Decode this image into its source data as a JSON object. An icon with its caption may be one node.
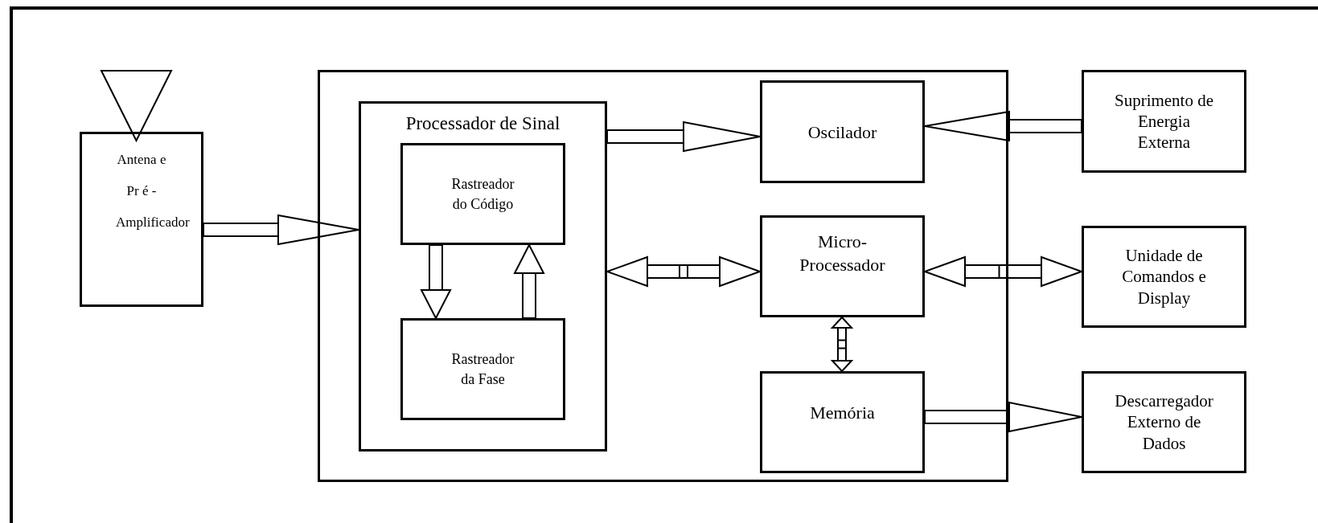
{
  "diagram": {
    "nodes": [
      {
        "text": [
          "Antena e Pr é - Amplificador"
        ]
      },
      {
        "text": [],
        "shape": "box"
      },
      {
        "text": [
          "Processador de Sinal"
        ],
        "in": 1
      },
      {
        "text": [
          "Rastreador do Código"
        ],
        "in": 2
      },
      {
        "text": [
          "Rastreador da Fase"
        ],
        "in": 2
      },
      {
        "text": [
          "Oscilador"
        ],
        "in": 1
      },
      {
        "text": [
          "Micro- Processador"
        ],
        "in": 1
      },
      {
        "text": [
          "Memória"
        ],
        "in": 1
      },
      {
        "text": [
          "Suprimento de Energia Externa"
        ]
      },
      {
        "text": [
          "Unidade de Comandos e Display"
        ]
      },
      {
        "text": [
          "Descarregador Externo de Dados"
        ]
      }
    ],
    "edges": [
      {
        "from": 0,
        "to": 2,
        "arrow": "to"
      },
      {
        "from": 2,
        "to": 5,
        "arrow": "to"
      },
      {
        "from": 2,
        "to": 6,
        "arrow": "both"
      },
      {
        "from": 8,
        "to": 5,
        "arrow": "to"
      },
      {
        "from": 6,
        "to": 9,
        "arrow": "both"
      },
      {
        "from": 6,
        "to": 7,
        "arrow": "both"
      },
      {
        "from": 7,
        "to": 10,
        "arrow": "to"
      },
      {
        "from": 3,
        "to": 4,
        "arrow": "to"
      },
      {
        "from": 4,
        "to": 3,
        "arrow": "to"
      }
    ]
  }
}
